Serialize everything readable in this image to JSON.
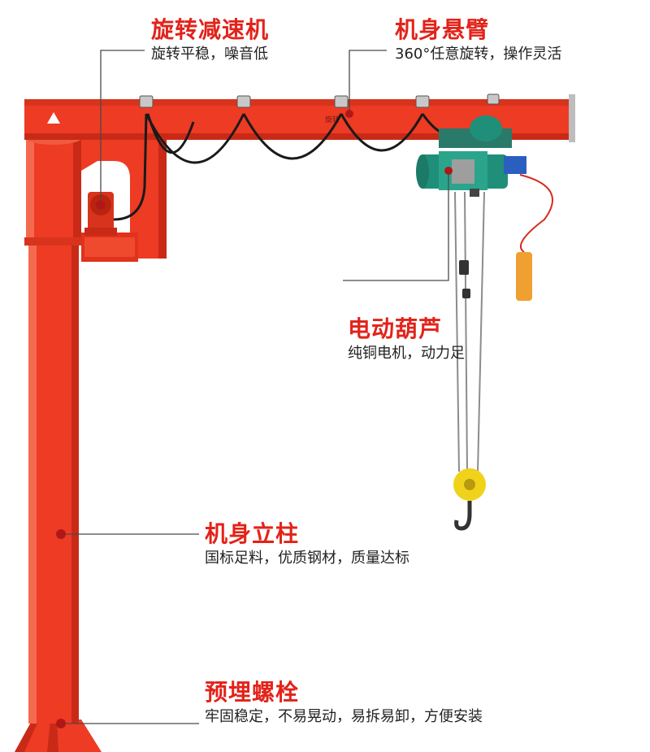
{
  "colors": {
    "crane_red": "#ee3b24",
    "crane_shadow": "#c92a17",
    "hoist_green": "#1f8f7a",
    "accent_red": "#e2231a",
    "leader_line": "#4a4a4a",
    "motor_blue": "#2a5fc0",
    "hook_yellow": "#f1d21b"
  },
  "callouts": [
    {
      "id": "rotation-reducer",
      "title": "旋转减速机",
      "desc": "旋转平稳，噪音低"
    },
    {
      "id": "jib-arm",
      "title": "机身悬臂",
      "desc": "360°任意旋转，操作灵活"
    },
    {
      "id": "electric-hoist",
      "title": "电动葫芦",
      "desc": "纯铜电机，动力足"
    },
    {
      "id": "column",
      "title": "机身立柱",
      "desc": "国标足料，优质钢材，质量达标"
    },
    {
      "id": "anchor-bolts",
      "title": "预埋螺栓",
      "desc": "牢固稳定，不易晃动，易拆易卸，方便安装"
    }
  ]
}
